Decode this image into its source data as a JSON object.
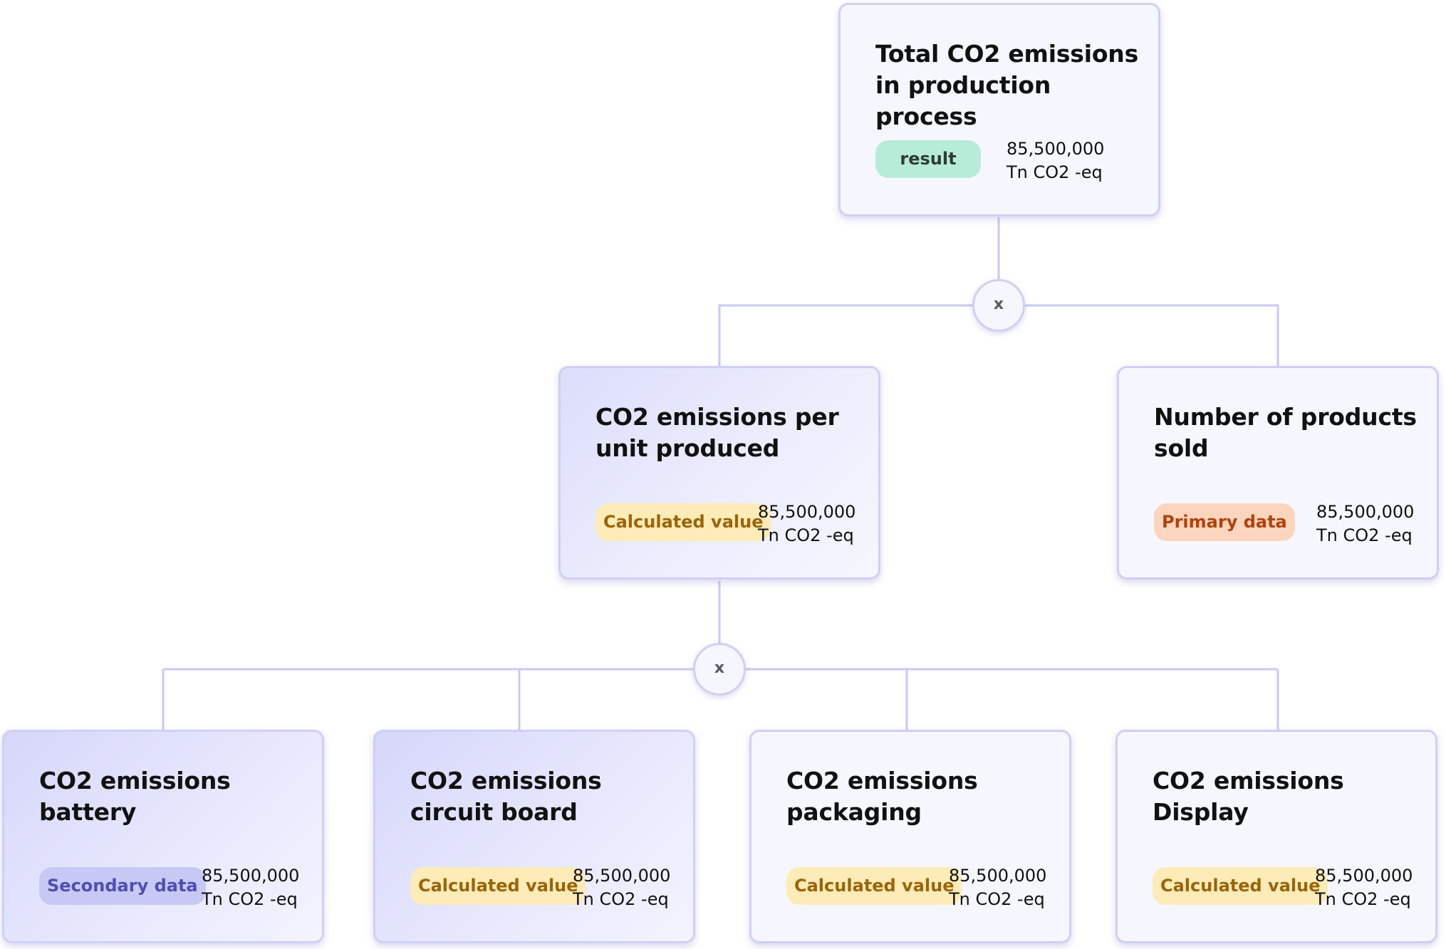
{
  "diagram": {
    "connector_color": "#c9caf2",
    "operators": {
      "top": "x",
      "middle": "x"
    },
    "nodes": {
      "total": {
        "title": "Total CO2 emissions in production process",
        "tag": "result",
        "value": "85,500,000",
        "unit": "Tn CO2 -eq"
      },
      "per_unit": {
        "title": "CO2 emissions per unit produced",
        "tag": "Calculated value",
        "value": "85,500,000",
        "unit": "Tn CO2 -eq"
      },
      "products_sold": {
        "title": "Number of products sold",
        "tag": "Primary data",
        "value": "85,500,000",
        "unit": "Tn CO2 -eq"
      },
      "battery": {
        "title": "CO2 emissions battery",
        "tag": "Secondary data",
        "value": "85,500,000",
        "unit": "Tn CO2 -eq"
      },
      "circuit_board": {
        "title": "CO2 emissions circuit board",
        "tag": "Calculated value",
        "value": "85,500,000",
        "unit": "Tn CO2 -eq"
      },
      "packaging": {
        "title": "CO2 emissions packaging",
        "tag": "Calculated value",
        "value": "85,500,000",
        "unit": "Tn CO2 -eq"
      },
      "display": {
        "title": "CO2 emissions Display",
        "tag": "Calculated value",
        "value": "85,500,000",
        "unit": "Tn CO2 -eq"
      }
    },
    "tag_colors": {
      "result": "#b7ecd9",
      "calculated": "#fdebb8",
      "primary": "#fcd5bf",
      "secondary": "#c7c8f4"
    }
  }
}
